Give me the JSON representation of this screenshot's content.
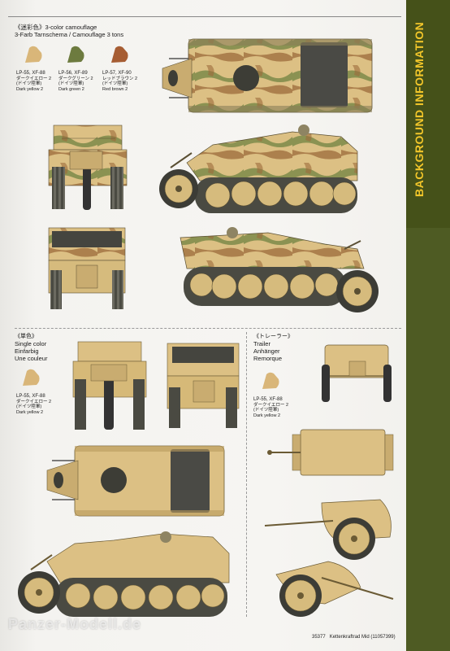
{
  "sidebar": {
    "title": "BACKGROUND INFORMATION"
  },
  "camouflage": {
    "heading_jp": "《迷彩色》3-color camouflage",
    "heading_de_fr": "3-Farb Tarnschema / Camouflage 3 tons",
    "paints": [
      {
        "code": "LP-55, XF-88",
        "jp": "ダークイエロー 2",
        "jp2": "(ドイツ陸軍)",
        "en": "Dark yellow 2",
        "color": "#d9b679"
      },
      {
        "code": "LP-56, XF-89",
        "jp": "ダークグリーン 2",
        "jp2": "(ドイツ陸軍)",
        "en": "Dark green 2",
        "color": "#6d7b3f"
      },
      {
        "code": "LP-57, XF-90",
        "jp": "レッドブラウン 2",
        "jp2": "(ドイツ陸軍)",
        "en": "Red brown 2",
        "color": "#a65d33"
      }
    ]
  },
  "single": {
    "heading_jp": "《単色》",
    "line_en": "Single color",
    "line_de": "Einfarbig",
    "line_fr": "Une couleur",
    "paint": {
      "code": "LP-55, XF-88",
      "jp": "ダークイエロー 2",
      "jp2": "(ドイツ陸軍)",
      "en": "Dark yellow 2",
      "color": "#d9b679"
    }
  },
  "trailer": {
    "heading_jp": "《トレーラー》",
    "line_en": "Trailer",
    "line_de": "Anhänger",
    "line_fr": "Remorque",
    "paint": {
      "code": "LP-55, XF-88",
      "jp": "ダークイエロー 2",
      "jp2": "(ドイツ陸軍)",
      "en": "Dark yellow 2",
      "color": "#d9b679"
    }
  },
  "footer": {
    "number": "35377",
    "name": "Kettenkraftrad Mid (11057399)"
  },
  "watermark": "Panzer-Modell.de",
  "colors": {
    "sand": "#dcc084",
    "sand_dark": "#b99b5e",
    "green": "#6f7a3e",
    "brown": "#9c6a3b",
    "track": "#474740",
    "sidebar": "#4e5b23",
    "sidebar_text": "#f2c62a"
  }
}
